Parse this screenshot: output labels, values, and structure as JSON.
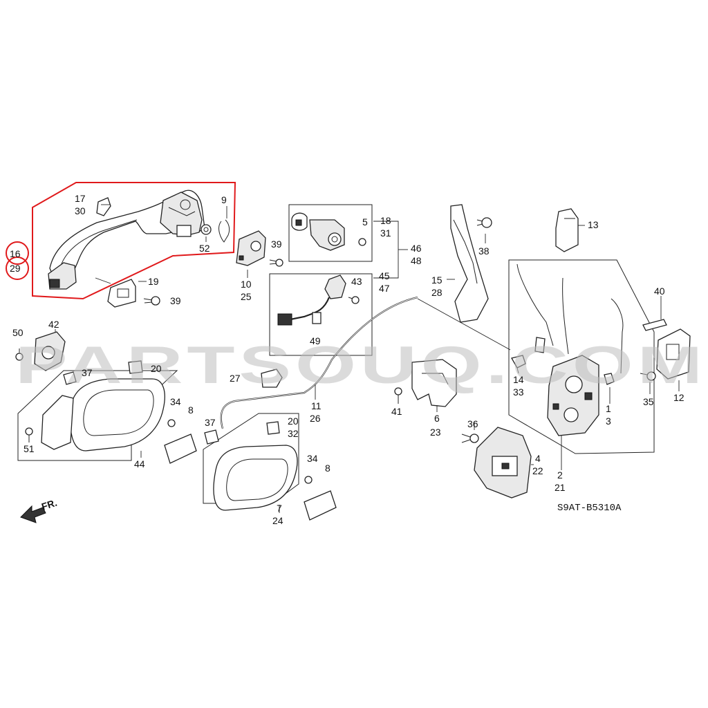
{
  "diagram": {
    "code": "S9AT-B5310A",
    "watermark": "PARTSOUQ.COM",
    "direction_label": "FR.",
    "highlighted_labels": [
      "16",
      "29"
    ],
    "labels": [
      {
        "id": "lbl-17",
        "text": "17"
      },
      {
        "id": "lbl-30",
        "text": "30"
      },
      {
        "id": "lbl-9",
        "text": "9"
      },
      {
        "id": "lbl-52",
        "text": "52"
      },
      {
        "id": "lbl-19",
        "text": "19"
      },
      {
        "id": "lbl-39a",
        "text": "39"
      },
      {
        "id": "lbl-39b",
        "text": "39"
      },
      {
        "id": "lbl-10",
        "text": "10"
      },
      {
        "id": "lbl-25",
        "text": "25"
      },
      {
        "id": "lbl-5",
        "text": "5"
      },
      {
        "id": "lbl-18",
        "text": "18"
      },
      {
        "id": "lbl-31",
        "text": "31"
      },
      {
        "id": "lbl-46",
        "text": "46"
      },
      {
        "id": "lbl-48",
        "text": "48"
      },
      {
        "id": "lbl-43",
        "text": "43"
      },
      {
        "id": "lbl-45",
        "text": "45"
      },
      {
        "id": "lbl-47",
        "text": "47"
      },
      {
        "id": "lbl-49",
        "text": "49"
      },
      {
        "id": "lbl-15",
        "text": "15"
      },
      {
        "id": "lbl-28",
        "text": "28"
      },
      {
        "id": "lbl-38",
        "text": "38"
      },
      {
        "id": "lbl-13",
        "text": "13"
      },
      {
        "id": "lbl-40",
        "text": "40"
      },
      {
        "id": "lbl-12",
        "text": "12"
      },
      {
        "id": "lbl-35",
        "text": "35"
      },
      {
        "id": "lbl-1",
        "text": "1"
      },
      {
        "id": "lbl-3",
        "text": "3"
      },
      {
        "id": "lbl-14",
        "text": "14"
      },
      {
        "id": "lbl-33",
        "text": "33"
      },
      {
        "id": "lbl-2",
        "text": "2"
      },
      {
        "id": "lbl-21",
        "text": "21"
      },
      {
        "id": "lbl-4",
        "text": "4"
      },
      {
        "id": "lbl-22",
        "text": "22"
      },
      {
        "id": "lbl-36",
        "text": "36"
      },
      {
        "id": "lbl-6",
        "text": "6"
      },
      {
        "id": "lbl-23",
        "text": "23"
      },
      {
        "id": "lbl-41",
        "text": "41"
      },
      {
        "id": "lbl-11",
        "text": "11"
      },
      {
        "id": "lbl-26",
        "text": "26"
      },
      {
        "id": "lbl-27",
        "text": "27"
      },
      {
        "id": "lbl-42",
        "text": "42"
      },
      {
        "id": "lbl-50",
        "text": "50"
      },
      {
        "id": "lbl-37a",
        "text": "37"
      },
      {
        "id": "lbl-20a",
        "text": "20"
      },
      {
        "id": "lbl-34a",
        "text": "34"
      },
      {
        "id": "lbl-8a",
        "text": "8"
      },
      {
        "id": "lbl-51",
        "text": "51"
      },
      {
        "id": "lbl-44",
        "text": "44"
      },
      {
        "id": "lbl-37b",
        "text": "37"
      },
      {
        "id": "lbl-20b",
        "text": "20"
      },
      {
        "id": "lbl-32",
        "text": "32"
      },
      {
        "id": "lbl-34b",
        "text": "34"
      },
      {
        "id": "lbl-8b",
        "text": "8"
      },
      {
        "id": "lbl-7",
        "text": "7"
      },
      {
        "id": "lbl-24",
        "text": "24"
      }
    ]
  },
  "colors": {
    "highlight": "#e0191b",
    "line": "#222222",
    "watermark": "#bdbdbd"
  }
}
